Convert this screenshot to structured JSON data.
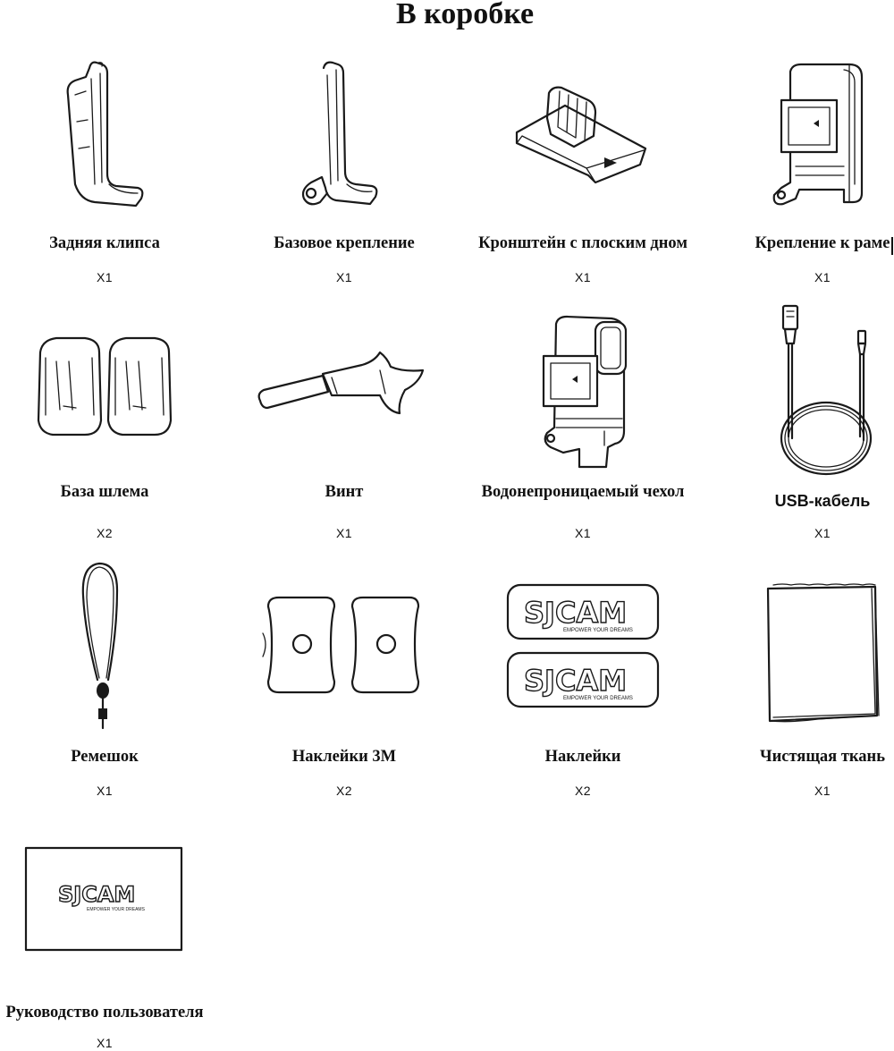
{
  "page": {
    "title": "В коробке"
  },
  "items": [
    {
      "label": "Задняя клипса",
      "qty": "X1"
    },
    {
      "label": "Базовое крепление",
      "qty": "X1"
    },
    {
      "label": "Кронштейн с плоским дном",
      "qty": "X1"
    },
    {
      "label": "Крепление к раме",
      "qty": "X1"
    },
    {
      "label": "База шлема",
      "qty": "X2"
    },
    {
      "label": "Винт",
      "qty": "X1"
    },
    {
      "label": "Водонепроницаемый чехол",
      "qty": "X1"
    },
    {
      "label": "USB-кабель",
      "qty": "X1"
    },
    {
      "label": "Ремешок",
      "qty": "X1"
    },
    {
      "label": "Наклейки 3M",
      "qty": "X2"
    },
    {
      "label": "Наклейки",
      "qty": "X2"
    },
    {
      "label": "Чистящая ткань",
      "qty": "X1"
    },
    {
      "label": "Руководство пользователя",
      "qty": "X1"
    }
  ],
  "brand": {
    "logo": "SJCAM",
    "tagline": "EMPOWER YOUR DREAMS"
  },
  "icons": [
    "back-clip-icon",
    "base-mount-icon",
    "flat-bracket-icon",
    "frame-mount-icon",
    "helmet-base-icon",
    "screw-icon",
    "waterproof-case-icon",
    "usb-cable-icon",
    "lanyard-icon",
    "sticker-3m-icon",
    "sjcam-sticker-icon",
    "cleaning-cloth-icon",
    "user-manual-icon"
  ]
}
